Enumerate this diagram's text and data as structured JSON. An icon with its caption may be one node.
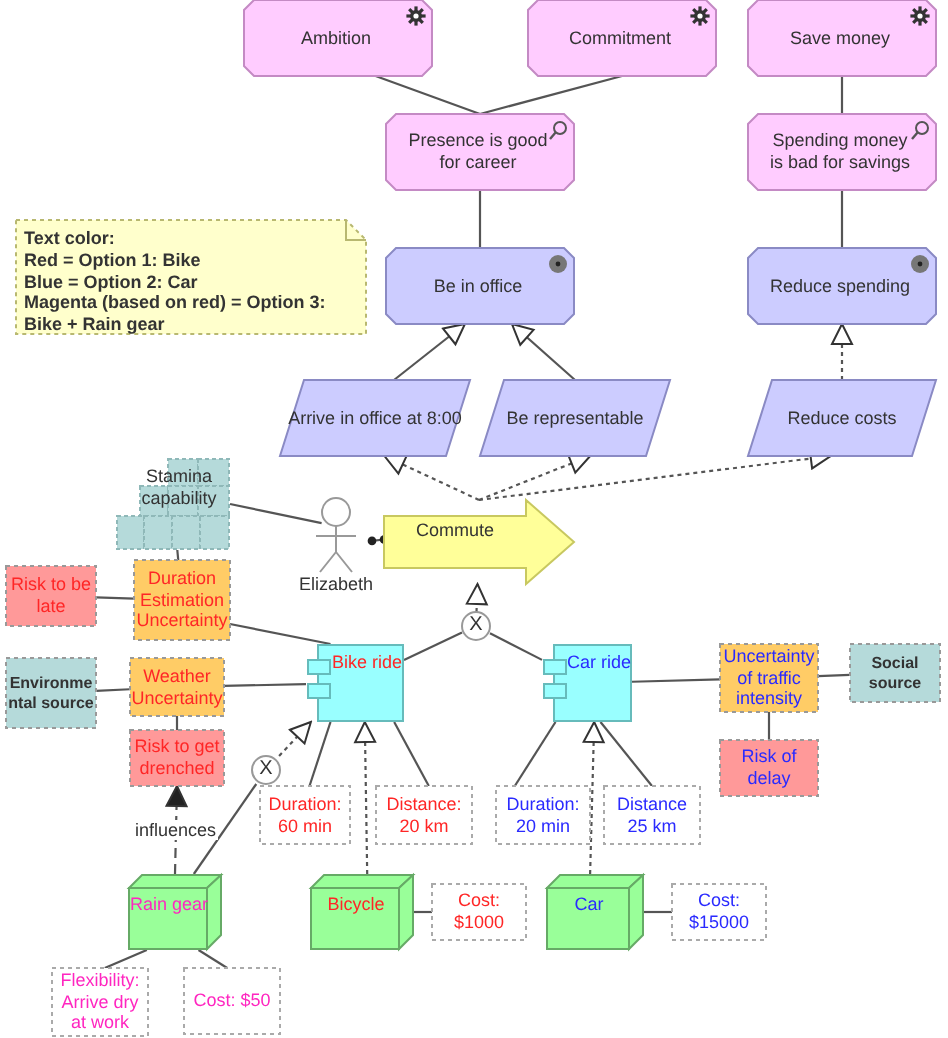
{
  "diagram": {
    "nodes": [
      {
        "text": [
          "Ambition"
        ]
      },
      {
        "text": [
          "Commitment"
        ]
      },
      {
        "text": [
          "Save money"
        ]
      },
      {
        "text": [
          "Presence is good for career"
        ]
      },
      {
        "text": [
          "Spending money is bad for savings"
        ]
      },
      {
        "text": [
          "Text color:",
          "Red = Option 1: Bike",
          "Blue = Option 2: Car",
          "Magenta (based on red) = Option 3: Bike + Rain gear"
        ]
      },
      {
        "text": [
          "Be in office"
        ]
      },
      {
        "text": [
          "Reduce spending"
        ]
      },
      {
        "text": [
          "Arrive in office at 8:00"
        ]
      },
      {
        "text": [
          "Be representable"
        ]
      },
      {
        "text": [
          "Reduce costs"
        ]
      },
      {
        "text": [
          "Stamina capability"
        ]
      },
      {
        "text": [
          "Elizabeth"
        ]
      },
      {
        "text": [
          "Commute"
        ]
      },
      {
        "text": [
          "Risk to be late"
        ]
      },
      {
        "text": [
          "Duration Estimation Uncertainty"
        ]
      },
      {
        "text": [
          "X"
        ]
      },
      {
        "text": [
          "Environmental source"
        ]
      },
      {
        "text": [
          "Weather Uncertainty"
        ]
      },
      {
        "text": [
          "Bike ride"
        ]
      },
      {
        "text": [
          "Car ride"
        ]
      },
      {
        "text": [
          "Uncertainty of traffic intensity"
        ]
      },
      {
        "text": [
          "Social source"
        ]
      },
      {
        "text": [
          "Risk to get drenched"
        ]
      },
      {
        "text": [
          "Risk of delay"
        ]
      },
      {
        "text": [
          "X"
        ]
      },
      {
        "text": [
          "Duration: 60 min"
        ]
      },
      {
        "text": [
          "Distance: 20 km"
        ]
      },
      {
        "text": [
          "Duration: 20 min"
        ]
      },
      {
        "text": [
          "Distance 25 km"
        ]
      },
      {
        "text": [
          "Rain gear"
        ]
      },
      {
        "text": [
          "Bicycle"
        ]
      },
      {
        "text": [
          "Cost: $1000"
        ]
      },
      {
        "text": [
          "Car"
        ]
      },
      {
        "text": [
          "Cost: $15000"
        ]
      },
      {
        "text": [
          "Flexibility: Arrive dry at work"
        ]
      },
      {
        "text": [
          "Cost: $50"
        ]
      }
    ],
    "edges": [
      {
        "from": 0,
        "to": 3,
        "arrow": "none"
      },
      {
        "from": 1,
        "to": 3,
        "arrow": "none"
      },
      {
        "from": 2,
        "to": 4,
        "arrow": "none"
      },
      {
        "from": 3,
        "to": 6,
        "arrow": "none"
      },
      {
        "from": 4,
        "to": 7,
        "arrow": "none"
      },
      {
        "from": 8,
        "to": 6,
        "arrow": "to"
      },
      {
        "from": 9,
        "to": 6,
        "arrow": "to"
      },
      {
        "from": 10,
        "to": 7,
        "arrow": "to",
        "style": "dashed"
      },
      {
        "from": 13,
        "to": 8,
        "arrow": "to",
        "style": "dashed"
      },
      {
        "from": 13,
        "to": 9,
        "arrow": "to",
        "style": "dashed"
      },
      {
        "from": 13,
        "to": 10,
        "arrow": "to",
        "style": "dashed"
      },
      {
        "from": 11,
        "to": 12,
        "arrow": "none"
      },
      {
        "from": 12,
        "to": 13,
        "arrow": "other"
      },
      {
        "from": 11,
        "to": 15,
        "arrow": "none"
      },
      {
        "from": 14,
        "to": 15,
        "arrow": "none"
      },
      {
        "from": 15,
        "to": 19,
        "arrow": "none"
      },
      {
        "from": 16,
        "to": 13,
        "arrow": "to",
        "style": "dashed"
      },
      {
        "from": 19,
        "to": 16,
        "arrow": "none"
      },
      {
        "from": 20,
        "to": 16,
        "arrow": "none"
      },
      {
        "from": 17,
        "to": 18,
        "arrow": "none"
      },
      {
        "from": 18,
        "to": 19,
        "arrow": "none"
      },
      {
        "from": 18,
        "to": 23,
        "arrow": "none"
      },
      {
        "from": 20,
        "to": 21,
        "arrow": "none"
      },
      {
        "from": 21,
        "to": 22,
        "arrow": "none"
      },
      {
        "from": 21,
        "to": 24,
        "arrow": "none"
      },
      {
        "from": 19,
        "to": 26,
        "arrow": "none"
      },
      {
        "from": 19,
        "to": 27,
        "arrow": "none"
      },
      {
        "from": 31,
        "to": 19,
        "arrow": "to",
        "style": "dashed"
      },
      {
        "from": 20,
        "to": 28,
        "arrow": "none"
      },
      {
        "from": 20,
        "to": 29,
        "arrow": "none"
      },
      {
        "from": 33,
        "to": 20,
        "arrow": "to",
        "style": "dashed"
      },
      {
        "from": 31,
        "to": 32,
        "arrow": "none"
      },
      {
        "from": 33,
        "to": 34,
        "arrow": "none"
      },
      {
        "from": 30,
        "to": 25,
        "arrow": "none"
      },
      {
        "from": 25,
        "to": 19,
        "arrow": "to",
        "style": "dashed"
      },
      {
        "from": 30,
        "to": 23,
        "arrow": "to",
        "style": "dashed",
        "label": "influences"
      },
      {
        "from": 30,
        "to": 35,
        "arrow": "none"
      },
      {
        "from": 30,
        "to": 36,
        "arrow": "none"
      }
    ]
  }
}
